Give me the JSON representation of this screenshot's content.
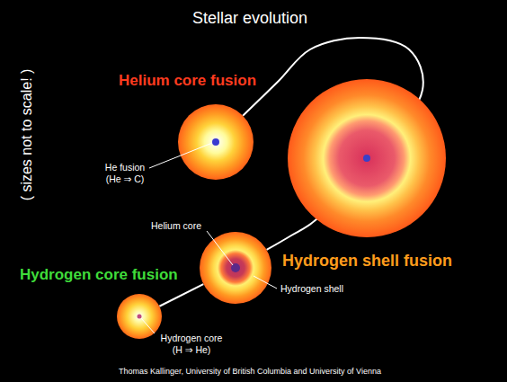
{
  "diagram": {
    "title": "Stellar evolution",
    "nodes": [
      {
        "text": [
          "Hydrogen core fusion",
          "Hydrogen core (H ⇒ He)"
        ]
      },
      {
        "text": [
          "Hydrogen shell fusion",
          "Helium core",
          "Hydrogen shell"
        ]
      },
      {
        "text": [
          "Helium core fusion",
          "He fusion (He ⇒ C)"
        ]
      }
    ],
    "edges": [
      {
        "from": 0,
        "to": 1,
        "arrow": "none"
      },
      {
        "from": 1,
        "to": 2,
        "arrow": "none"
      }
    ],
    "labels": [
      "( sizes not to scale! )",
      "Thomas Kallinger, University of British Columbia and University of Vienna"
    ]
  }
}
